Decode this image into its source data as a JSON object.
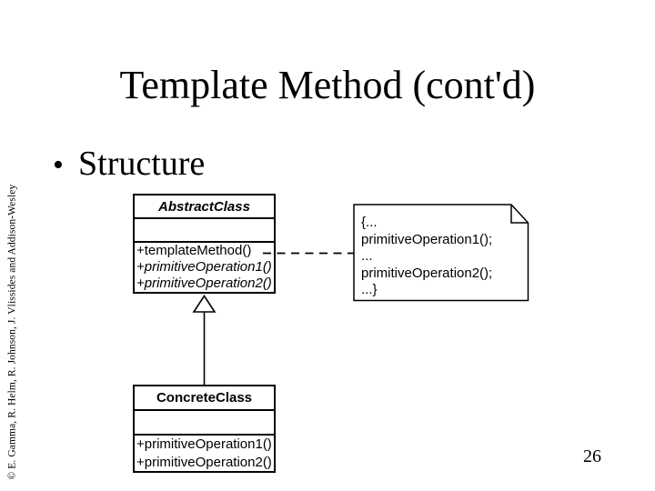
{
  "slide": {
    "title": "Template Method (cont'd)",
    "bullet": "Structure",
    "bullet_marker": "•",
    "copyright": "© E. Gamma, R. Helm, R. Johnson, J. Vlissides and Addison-Wesley",
    "page_number": "26",
    "colors": {
      "background": "#ffffff",
      "text": "#000000",
      "diagram_line": "#000000"
    }
  },
  "diagram": {
    "abstract_class": {
      "name": "AbstractClass",
      "attributes": [],
      "methods": [
        {
          "label": "+templateMethod()",
          "style": "regular"
        },
        {
          "label": "+primitiveOperation1()",
          "style": "italic"
        },
        {
          "label": "+primitiveOperation2()",
          "style": "italic"
        }
      ]
    },
    "concrete_class": {
      "name": "ConcreteClass",
      "attributes": [],
      "methods": [
        {
          "label": "+primitiveOperation1()",
          "style": "regular"
        },
        {
          "label": "+primitiveOperation2()",
          "style": "regular"
        }
      ]
    },
    "note": {
      "lines": [
        "{...",
        "primitiveOperation1();",
        "...",
        "primitiveOperation2();",
        "...}"
      ]
    },
    "relations": [
      {
        "type": "generalization",
        "from": "ConcreteClass",
        "to": "AbstractClass"
      },
      {
        "type": "dashed-note-link",
        "from": "templateMethod()",
        "to": "note"
      }
    ]
  }
}
